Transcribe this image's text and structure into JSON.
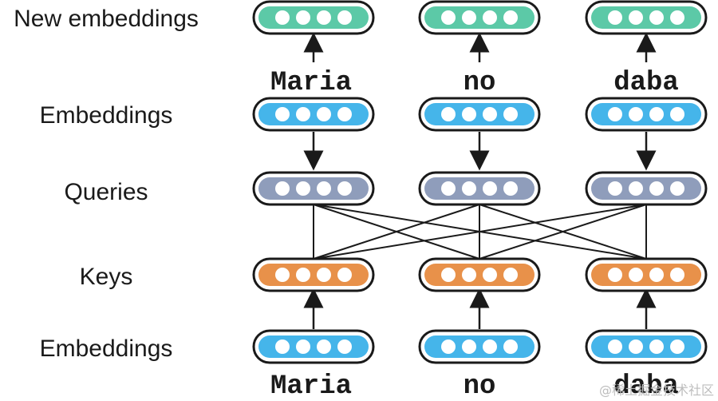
{
  "row_labels": {
    "new_embeddings": "New embeddings",
    "embeddings_top": "Embeddings",
    "queries": "Queries",
    "keys": "Keys",
    "embeddings_bottom": "Embeddings"
  },
  "words_top": [
    "Maria",
    "no",
    "daba"
  ],
  "words_bottom": [
    "Maria",
    "no",
    "daba"
  ],
  "dots_per_vector": 4,
  "colors": {
    "new_embeddings": "#5cc9a7",
    "embeddings": "#45b5ea",
    "queries": "#8f9dbb",
    "keys": "#e8914a",
    "outline": "#1a1a1a",
    "dot": "#ffffff"
  },
  "watermark": "@稀土掘金技术社区"
}
